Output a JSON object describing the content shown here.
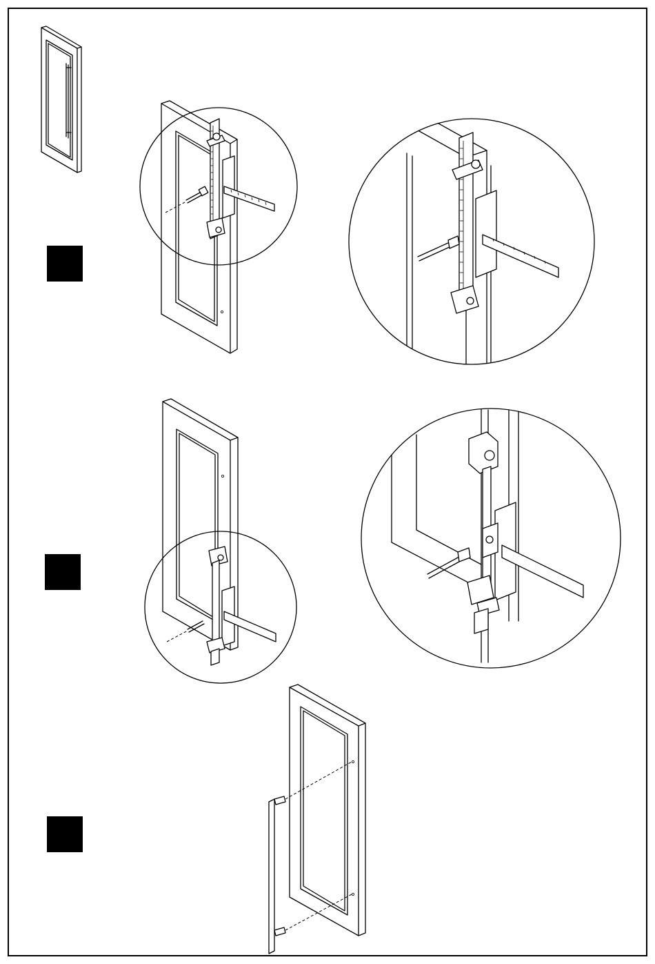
{
  "steps": [
    {
      "marker": "step-1-marker"
    },
    {
      "marker": "step-2-marker"
    },
    {
      "marker": "step-3-marker"
    }
  ],
  "colors": {
    "line": "#000000",
    "background": "#ffffff",
    "marker": "#000000"
  }
}
